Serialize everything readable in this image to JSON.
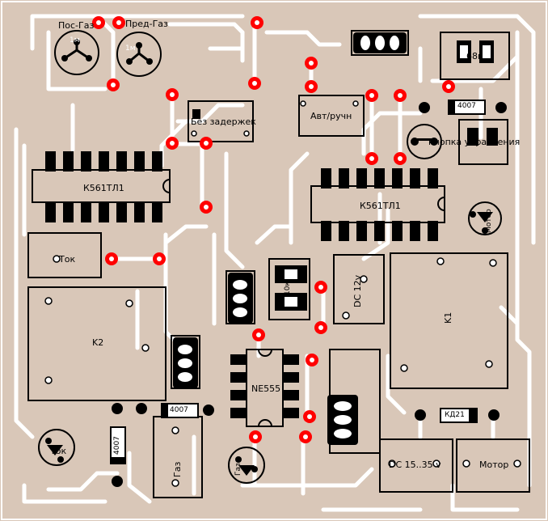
{
  "colors": {
    "board": "#d9c7b8",
    "trace": "#ffffff",
    "outline": "#000000",
    "via": "#ff0000"
  },
  "labels": {
    "pos_gaz": "Пос-Газ",
    "pred_gaz": "Пред-Газ",
    "pot1": "1м",
    "pot2": "1м",
    "bez_zaderzhek": "Без задержек",
    "avt_ruch": "Авт/ручн",
    "r68k": "68к",
    "diode_top": "4007",
    "knopka_upravleniya": "кнопка управления",
    "ic_left": "К561ТЛ1",
    "ic_right": "К561ТЛ1",
    "motor_led": "Мотор",
    "tok_sensor": "Ток",
    "r10k": "10к",
    "dc12v": "DC 12v",
    "k2": "K2",
    "k1": "K1",
    "ne555": "NE555",
    "diode_mid": "4007",
    "kd": "КД21",
    "diode_left": "4007",
    "tok_led": "Ток",
    "gaz_conn": "Газ",
    "gaz_led": "Газ",
    "dc_15_35": "DC 15..35 v",
    "motor_conn": "Мотор"
  }
}
